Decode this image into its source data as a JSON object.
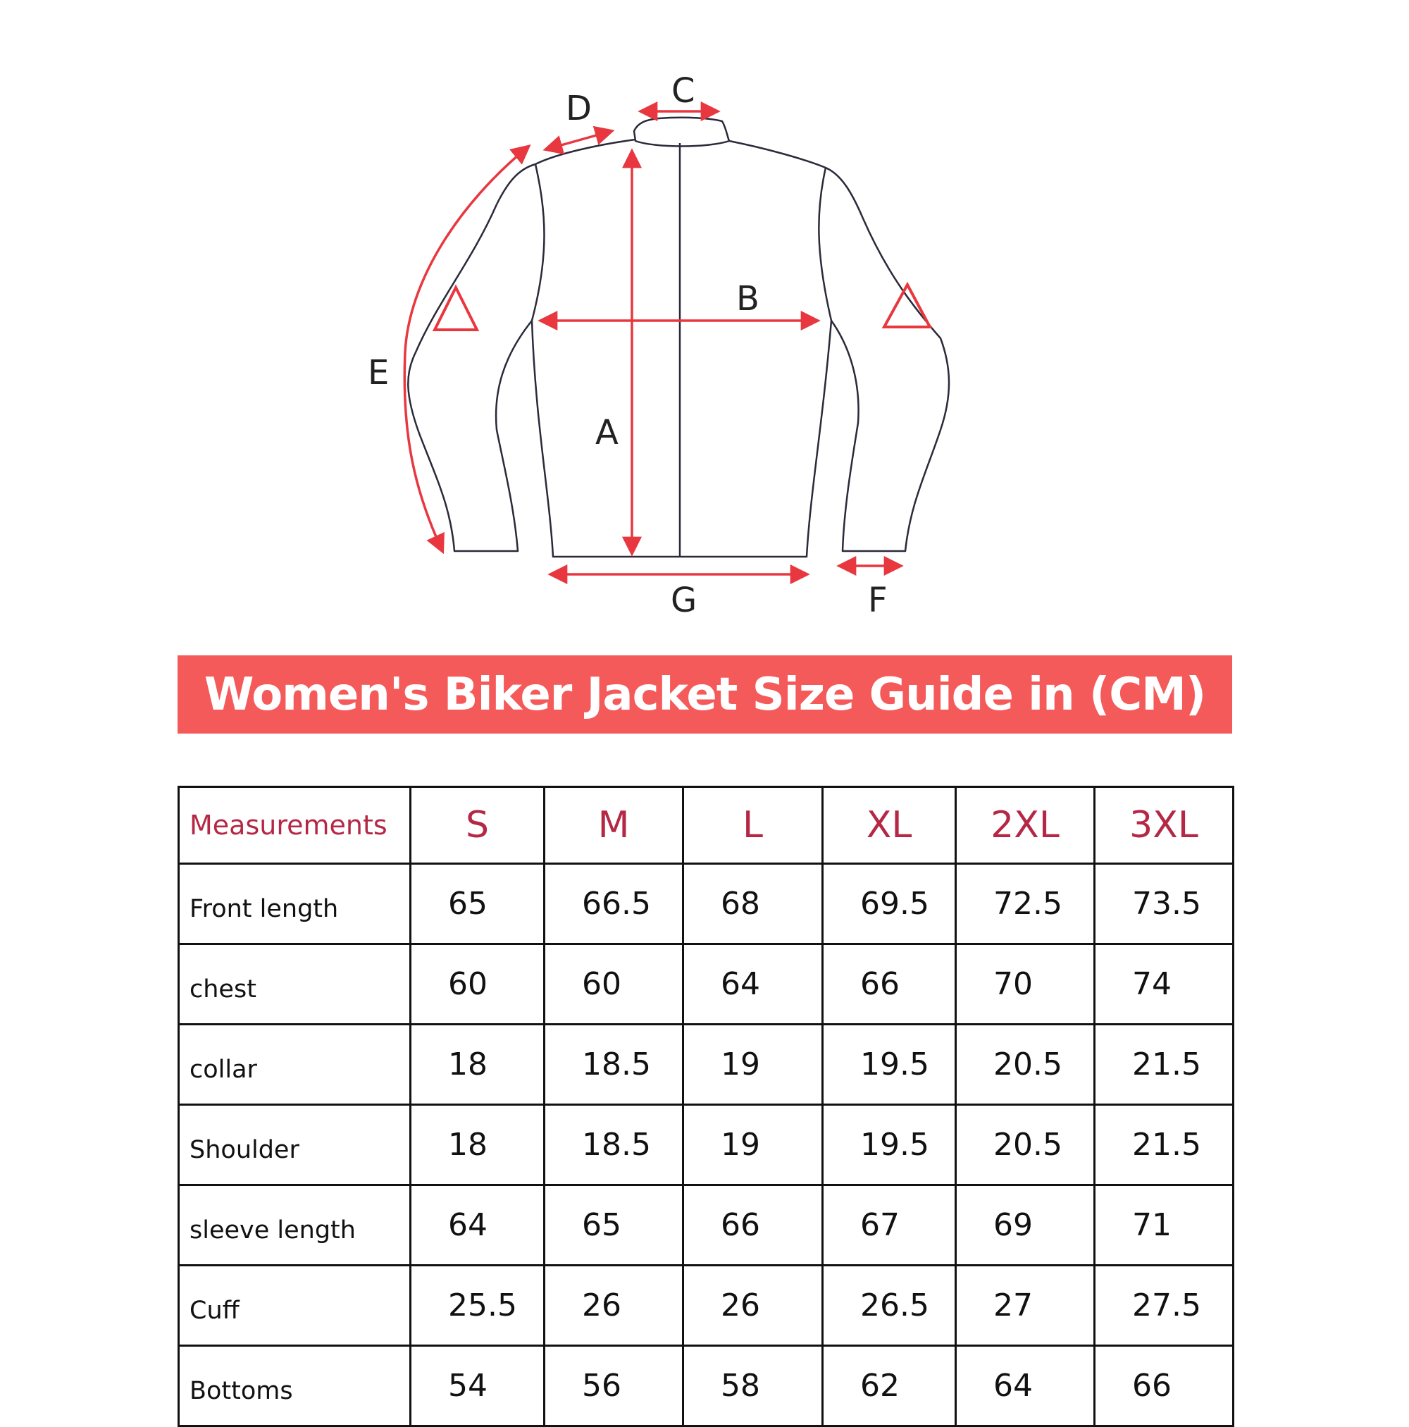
{
  "diagram": {
    "labels": {
      "A": "A",
      "B": "B",
      "C": "C",
      "D": "D",
      "E": "E",
      "F": "F",
      "G": "G"
    },
    "outline_color": "#2a2a3a",
    "arrow_color": "#e8373f"
  },
  "banner": {
    "title": "Women's Biker Jacket Size Guide in (CM)",
    "color": "#f55a5a"
  },
  "table": {
    "header_color": "#b52845",
    "headers": [
      "Measurements",
      "S",
      "M",
      "L",
      "XL",
      "2XL",
      "3XL"
    ],
    "rows": [
      {
        "name": "Front length",
        "values": [
          "65",
          "66.5",
          "68",
          "69.5",
          "72.5",
          "73.5"
        ]
      },
      {
        "name": "chest",
        "values": [
          "60",
          "60",
          "64",
          "66",
          "70",
          "74"
        ]
      },
      {
        "name": "collar",
        "values": [
          "18",
          "18.5",
          "19",
          "19.5",
          "20.5",
          "21.5"
        ]
      },
      {
        "name": "Shoulder",
        "values": [
          "18",
          "18.5",
          "19",
          "19.5",
          "20.5",
          "21.5"
        ]
      },
      {
        "name": "sleeve length",
        "values": [
          "64",
          "65",
          "66",
          "67",
          "69",
          "71"
        ]
      },
      {
        "name": "Cuff",
        "values": [
          "25.5",
          "26",
          "26",
          "26.5",
          "27",
          "27.5"
        ]
      },
      {
        "name": "Bottoms",
        "values": [
          "54",
          "56",
          "58",
          "62",
          "64",
          "66"
        ]
      }
    ]
  }
}
